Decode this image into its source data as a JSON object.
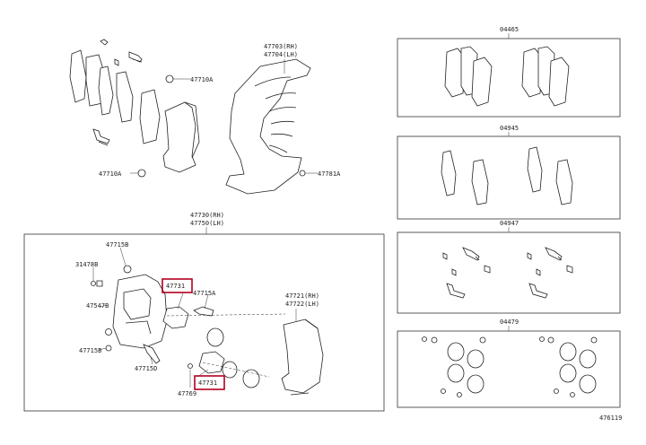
{
  "labels": {
    "shield_rh": "47703(RH)",
    "shield_lh": "47704(LH)",
    "bolt_a_top": "47710A",
    "bolt_a_bottom": "47710A",
    "bolt_781a": "47781A",
    "caliper_rh": "47730(RH)",
    "caliper_lh": "47750(LH)",
    "p47715b_top": "47715B",
    "p31478b": "31478B",
    "p47547b": "47547B",
    "p47715a": "47715A",
    "p47715b_bottom": "47715B",
    "p47715d": "47715D",
    "p47769": "47769",
    "piston_top": "47731",
    "piston_bottom": "47731",
    "bracket_rh": "47721(RH)",
    "bracket_lh": "47722(LH)",
    "kit_04465": "04465",
    "kit_04945": "04945",
    "kit_04947": "04947",
    "kit_04479": "04479",
    "figure_id": "476119"
  },
  "colors": {
    "highlight": "#b00020",
    "line": "#222222"
  }
}
